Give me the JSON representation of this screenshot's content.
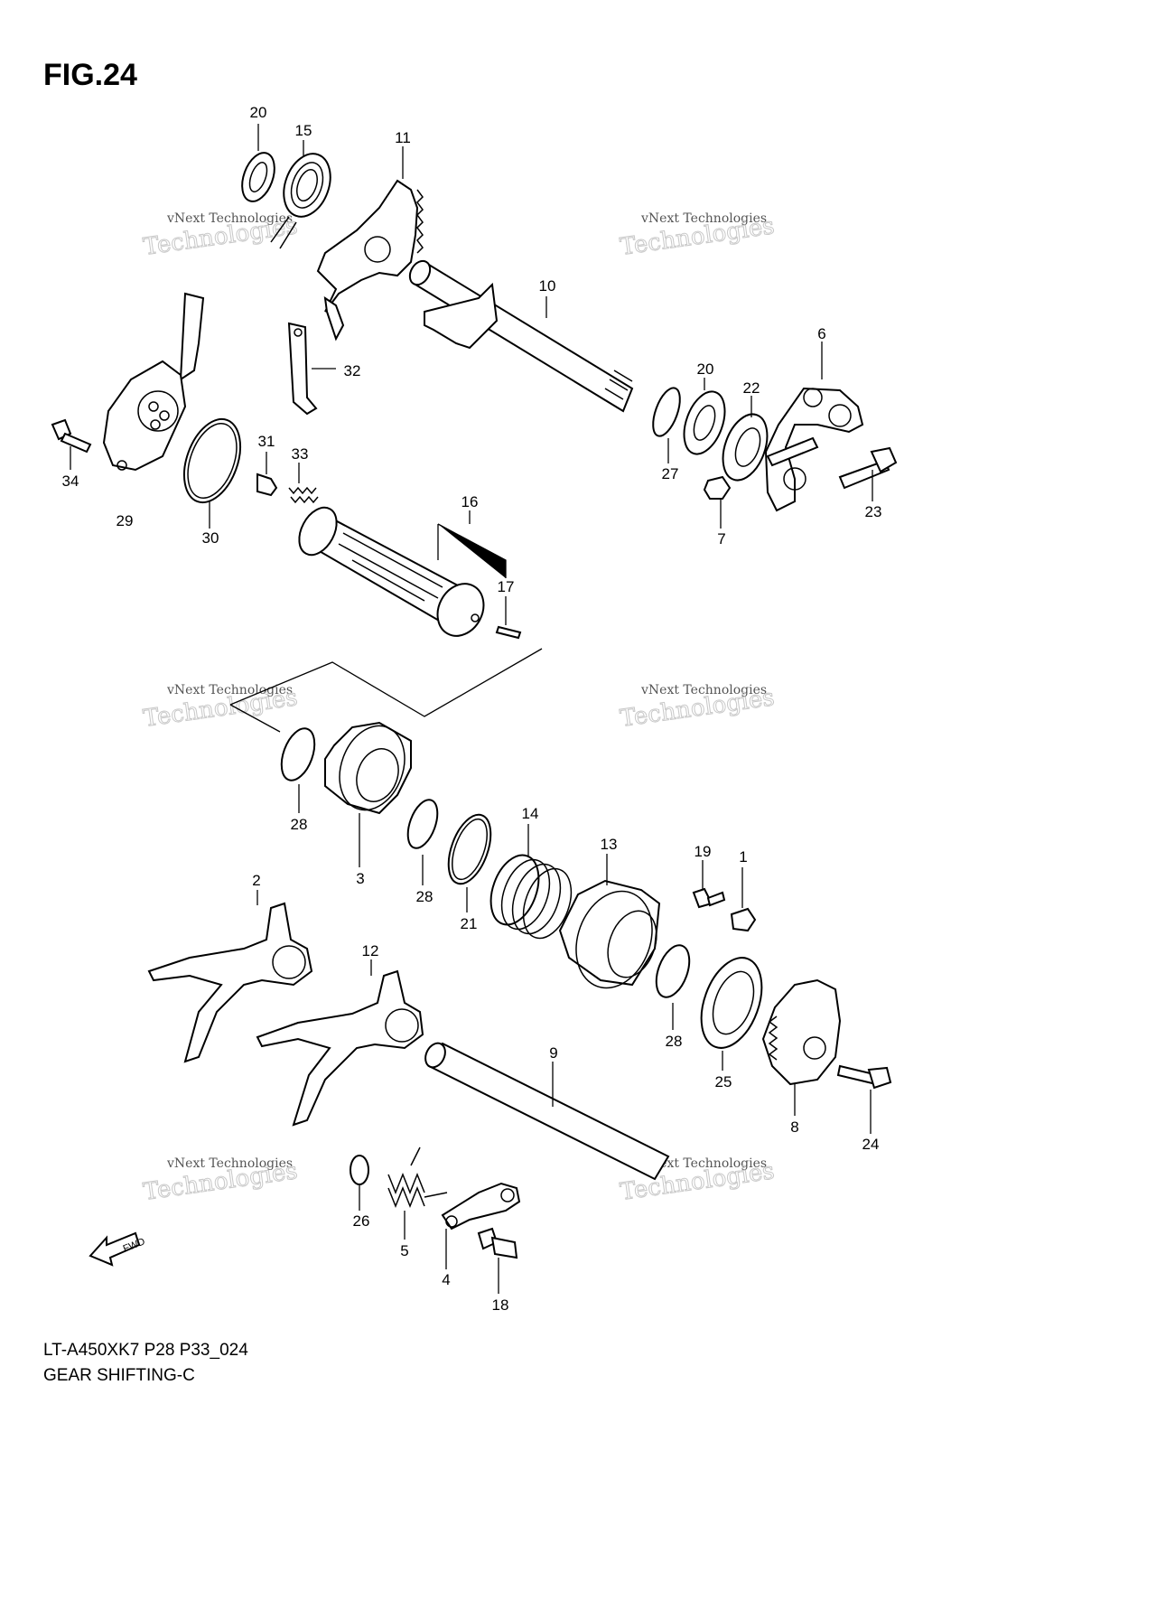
{
  "figure": {
    "title": "FIG.24"
  },
  "caption": {
    "model": "LT-A450XK7 P28 P33_024",
    "name": "GEAR SHIFTING-C"
  },
  "watermark": {
    "line1": "vNext Technologies",
    "line2": "Technologies",
    "line3": "vNext"
  },
  "fwd_label": "FWD",
  "callouts": [
    "1",
    "2",
    "3",
    "4",
    "5",
    "6",
    "7",
    "8",
    "9",
    "10",
    "11",
    "12",
    "13",
    "14",
    "15",
    "16",
    "17",
    "18",
    "19",
    "20",
    "20",
    "21",
    "22",
    "23",
    "24",
    "25",
    "26",
    "27",
    "28",
    "28",
    "28",
    "29",
    "30",
    "31",
    "32",
    "33",
    "34"
  ]
}
